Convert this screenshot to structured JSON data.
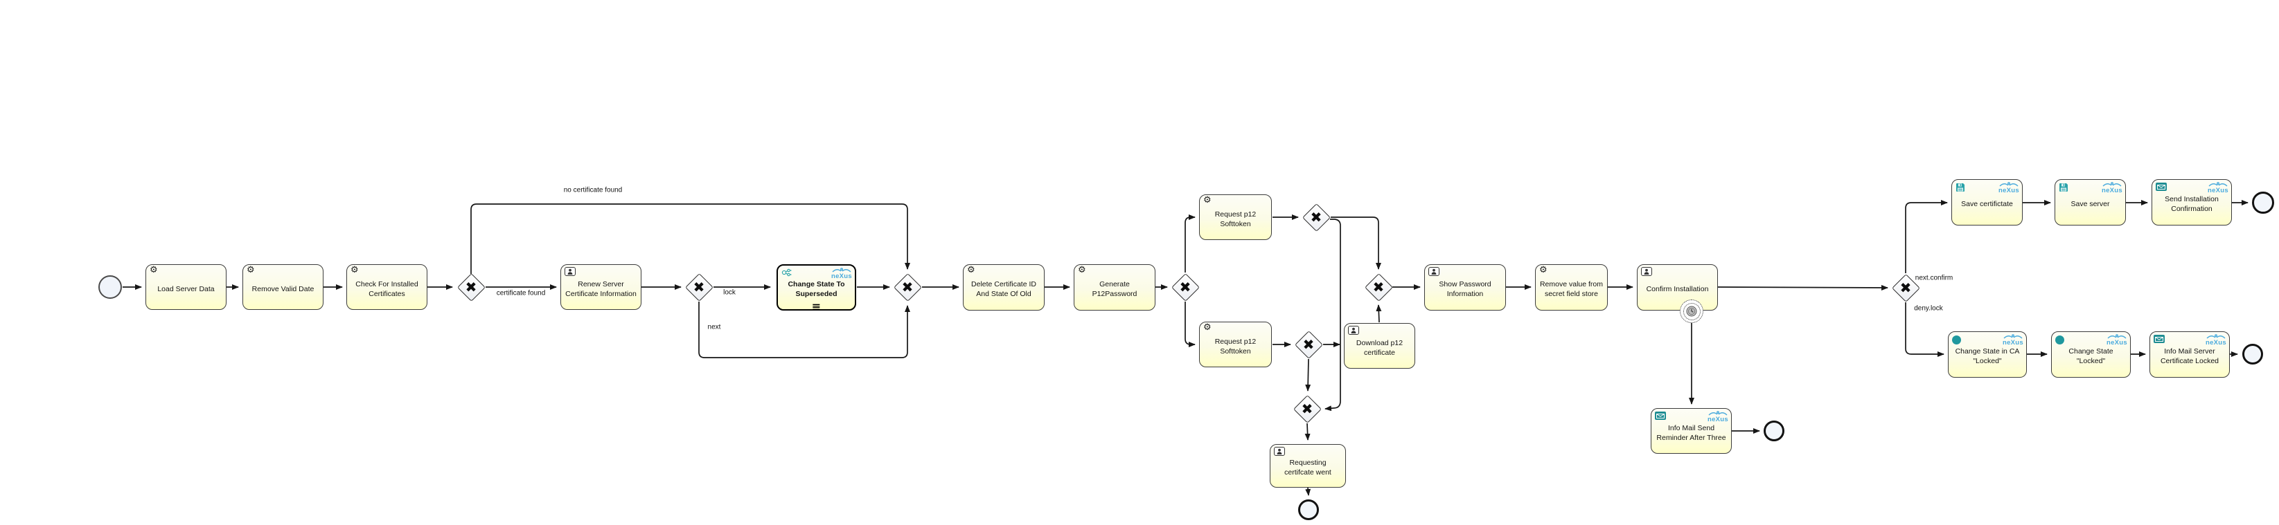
{
  "diagram": {
    "kind": "BPMN process flow"
  },
  "logo": {
    "nexus": "neXus"
  },
  "glyphs": {
    "gateway_x": "✖",
    "gear": "⚙",
    "subprocess_marker": "≡"
  },
  "colors": {
    "task_fill_top": "#fdfdf6",
    "task_fill_bottom": "#ffffc8",
    "task_border": "#3c3c3c",
    "nexus_blue": "#4aabdd",
    "teal": "#1e8d92",
    "flow_line": "#161616"
  },
  "tasks": {
    "load_server_data": {
      "label": "Load Server Data",
      "icon": "gear"
    },
    "remove_valid_date": {
      "label": "Remove Valid Date",
      "icon": "gear"
    },
    "check_for_installed_certificates": {
      "label": "Check For Installed Certificates",
      "icon": "gear"
    },
    "renew_server_certificate_information": {
      "label": "Renew Server Certificate Information",
      "icon": "user"
    },
    "change_state_to_superseded": {
      "label": "Change State To Superseded",
      "icon": "nexus-service",
      "marker": "subprocess"
    },
    "delete_certificate_id": {
      "label": "Delete Certificate ID And State Of Old",
      "icon": "gear"
    },
    "generate_p12password": {
      "label": "Generate P12Password",
      "icon": "gear"
    },
    "request_p12_softtoken_top": {
      "label": "Request p12 Softtoken",
      "icon": "gear"
    },
    "request_p12_softtoken_bottom": {
      "label": "Request p12 Softtoken",
      "icon": "gear"
    },
    "download_p12_certificate": {
      "label": "Download p12 certificate",
      "icon": "user"
    },
    "show_password_information": {
      "label": "Show Password Information",
      "icon": "user"
    },
    "remove_value_from_secret_field_store": {
      "label": "Remove value from secret field store",
      "icon": "gear"
    },
    "confirm_installation": {
      "label": "Confirm Installation",
      "icon": "user"
    },
    "requesting_certificate_went": {
      "label": "Requesting certifcate went",
      "icon": "user"
    },
    "info_mail_send_reminder": {
      "label": "Info Mail Send Reminder After Three",
      "icon": "mail"
    },
    "save_certificate": {
      "label": "Save certifictate",
      "icon": "save"
    },
    "save_server": {
      "label": "Save server",
      "icon": "save"
    },
    "send_installation_confirmation": {
      "label": "Send Installation Confirmation",
      "icon": "mail"
    },
    "change_state_in_ca_locked": {
      "label": "Change State in CA \"Locked\"",
      "icon": "state"
    },
    "change_state_locked": {
      "label": "Change State \"Locked\"",
      "icon": "state"
    },
    "info_mail_server_certificate_locked": {
      "label": "Info Mail Server Certificate Locked",
      "icon": "mail"
    }
  },
  "edge_labels": {
    "no_certificate_found": "no certificate found",
    "certificate_found": "certificate found",
    "lock": "lock",
    "next": "next",
    "next_confirm": "next.confirm",
    "deny_lock": "deny.lock"
  }
}
